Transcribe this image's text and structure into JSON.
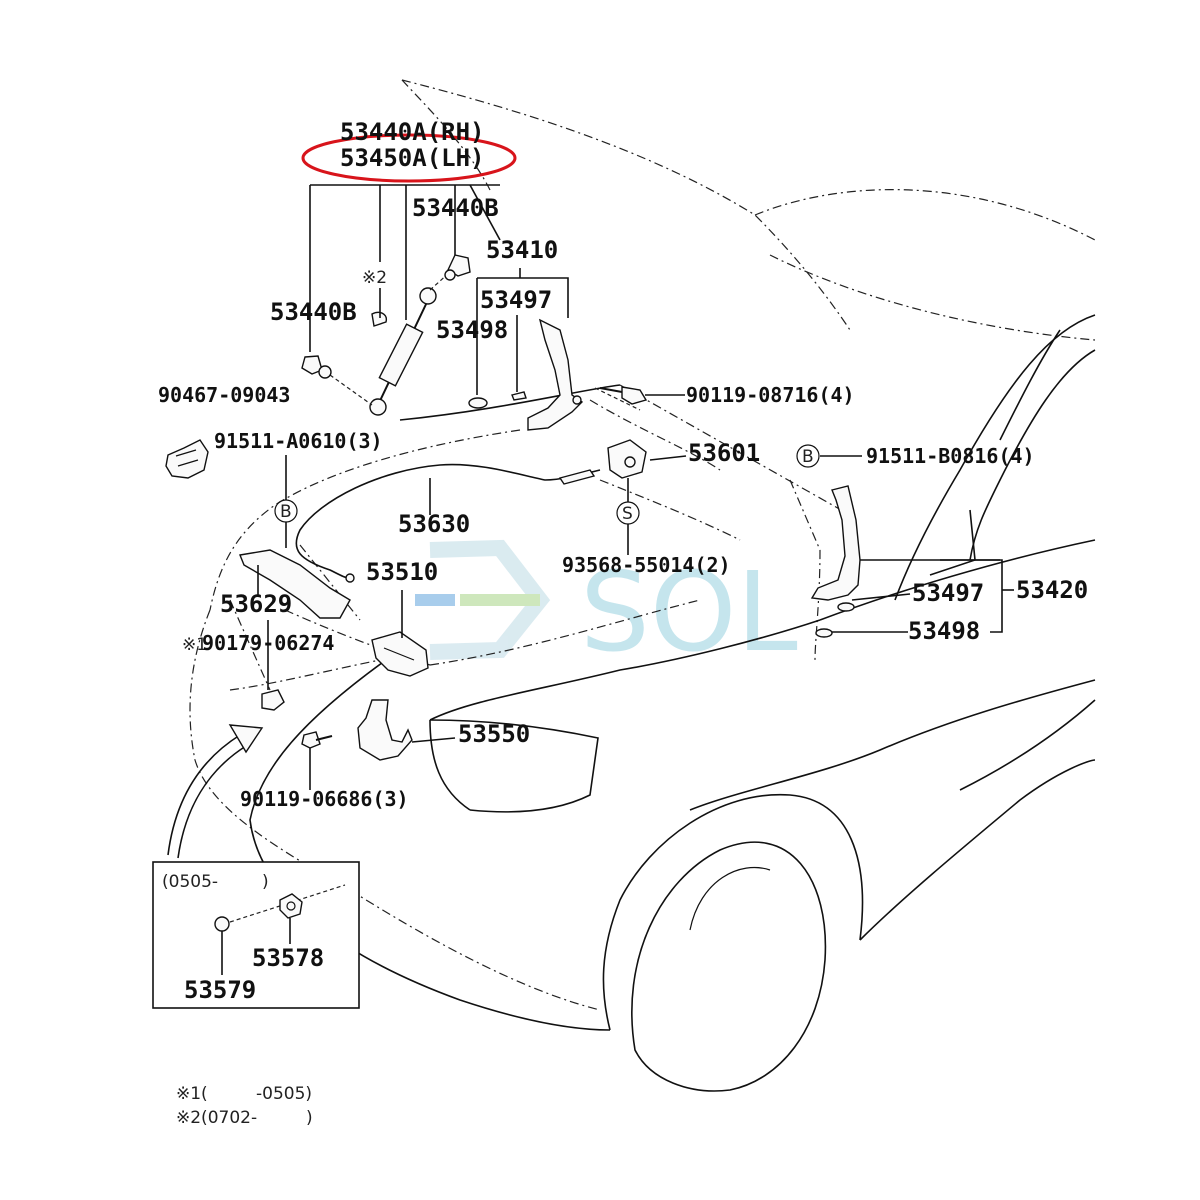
{
  "diagram": {
    "callouts": {
      "strut_rh": "53440A(RH)",
      "strut_lh": "53450A(LH)",
      "ball_stud_upper": "53440B",
      "ball_stud_lower": "53440B",
      "note_mark_2": "※2",
      "hinge_lh": "53410",
      "cushion_lh": "53497",
      "shim_lh": "53498",
      "clip": "90467-09043",
      "bolt_hinge": "90119-08716(4)",
      "bolt_panel_a": "91511-A0610(3)",
      "bolt_panel_b": "91511-B0816(4)",
      "marker_b_left": "B",
      "marker_b_right": "B",
      "marker_s": "S",
      "release_lever": "53601",
      "release_cable": "53630",
      "cable_clamp": "93568-55014(2)",
      "support_rod": "53629",
      "hood_lock": "53510",
      "cushion_mark_1": "※1",
      "cushion_mark_1_part": "90179-06274",
      "safety_hook": "53550",
      "bolt_lock": "90119-06686(3)",
      "cushion_rh": "53497",
      "shim_rh": "53498",
      "hinge_rh": "53420"
    },
    "inset": {
      "range": "(0505-",
      "range_close": ")",
      "cushion": "53578",
      "retainer": "53579"
    },
    "footnotes": {
      "note1_mark": "※1(",
      "note1_range": "-0505)",
      "note2_mark": "※2(0702-",
      "note2_close": ")"
    },
    "watermark": "SOL",
    "highlight_color": "#d8141b",
    "watermark_color": "#bfe3ec"
  }
}
